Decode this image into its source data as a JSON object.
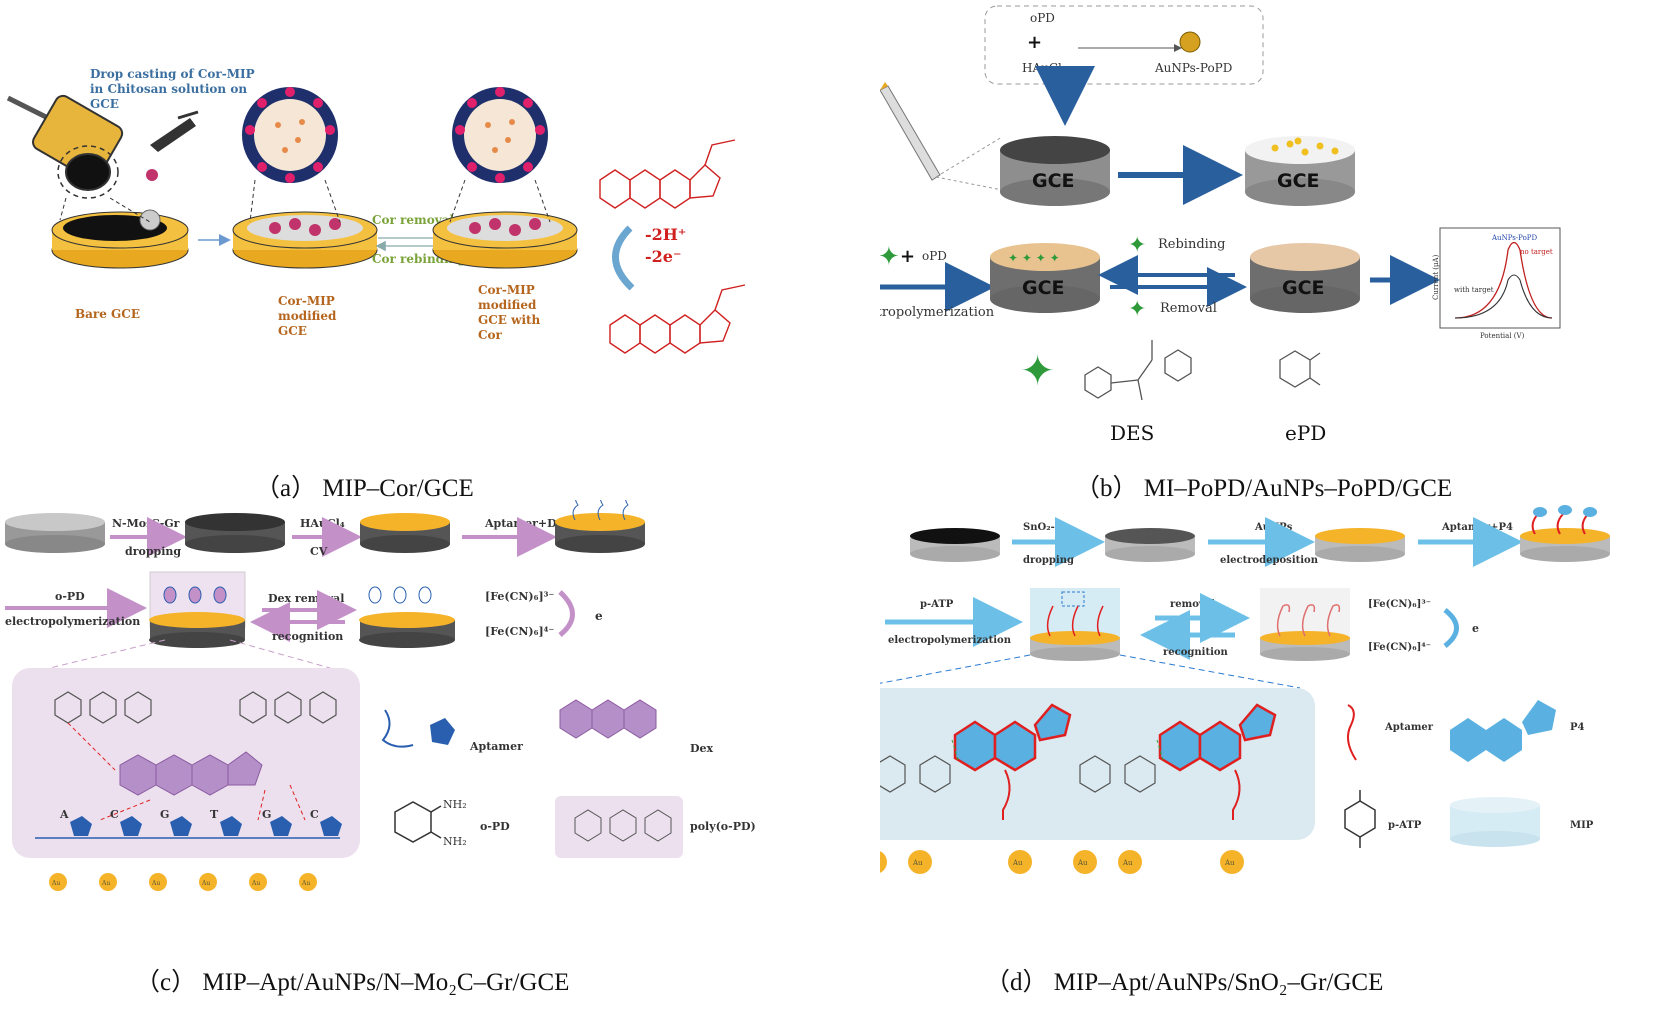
{
  "panel_a": {
    "drop_casting_line1": "Drop casting of Cor-MIP",
    "drop_casting_line2": "in Chitosan solution on",
    "drop_casting_line3": "GCE",
    "bare_gce": "Bare GCE",
    "cor_mip_modified": [
      "Cor-MIP",
      "modified",
      "GCE"
    ],
    "cor_removal": "Cor removal",
    "cor_rebinding": "Cor rebinding",
    "cor_mip_with_cor": [
      "Cor-MIP",
      "modified",
      "GCE with",
      "Cor"
    ],
    "reaction_1": "-2H⁺",
    "reaction_2": "-2e⁻",
    "caption": "（a） MIP–Cor/GCE"
  },
  "panel_b": {
    "opd": "oPD",
    "haucl": "HAuCl₄",
    "aunps_popd": "AuNPs-PoPD",
    "gce": "GCE",
    "plus_opd": "oPD",
    "electropolymerization": "Electropolymerization",
    "rebinding": "Rebinding",
    "removal": "Removal",
    "graph_series_1": "AuNPs-PoPD",
    "graph_series_2": "no target",
    "graph_series_3": "with target",
    "graph_xlabel": "Potential (V)",
    "graph_ylabel": "Current (μA)",
    "des": "DES",
    "epd": "ePD",
    "caption": "（b） MI–PoPD/AuNPs–PoPD/GCE"
  },
  "panel_c": {
    "step1_top": "N-Mo₂C-Gr",
    "step1_bottom": "dropping",
    "step2_top": "HAuCl₄",
    "step2_bottom": "CV",
    "step3": "Aptamer+Dex",
    "opd_top": "o-PD",
    "opd_bottom": "electropolymerization",
    "dex_removal": "Dex removal",
    "recognition": "recognition",
    "fe3": "[Fe(CN)₆]³⁻",
    "fe4": "[Fe(CN)₆]⁴⁻",
    "e": "e",
    "legend_aptamer": "Aptamer",
    "legend_dex": "Dex",
    "legend_opd": "o-PD",
    "legend_poly": "poly(o-PD)",
    "nh2": "NH₂",
    "bases": [
      "A",
      "C",
      "G",
      "T",
      "G",
      "C"
    ],
    "au": "Au",
    "caption": "（c） MIP–Apt/AuNPs/N–Mo₂C–Gr/GCE"
  },
  "panel_d": {
    "step1_top": "SnO₂-Gr",
    "step1_bottom": "dropping",
    "step2_top": "AuNPs",
    "step2_bottom": "electrodeposition",
    "step3": "Aptamer+P4",
    "patp_top": "p-ATP",
    "patp_bottom": "electropolymerization",
    "removal": "removal",
    "recognition": "recognition",
    "fe3": "[Fe(CN)₆]³⁻",
    "fe4": "[Fe(CN)₆]⁴⁻",
    "e": "e",
    "legend_aptamer": "Aptamer",
    "legend_p4": "P4",
    "legend_patp": "p-ATP",
    "legend_mip": "MIP",
    "au": "Au",
    "caption": "（d） MIP–Apt/AuNPs/SnO₂–Gr/GCE"
  }
}
